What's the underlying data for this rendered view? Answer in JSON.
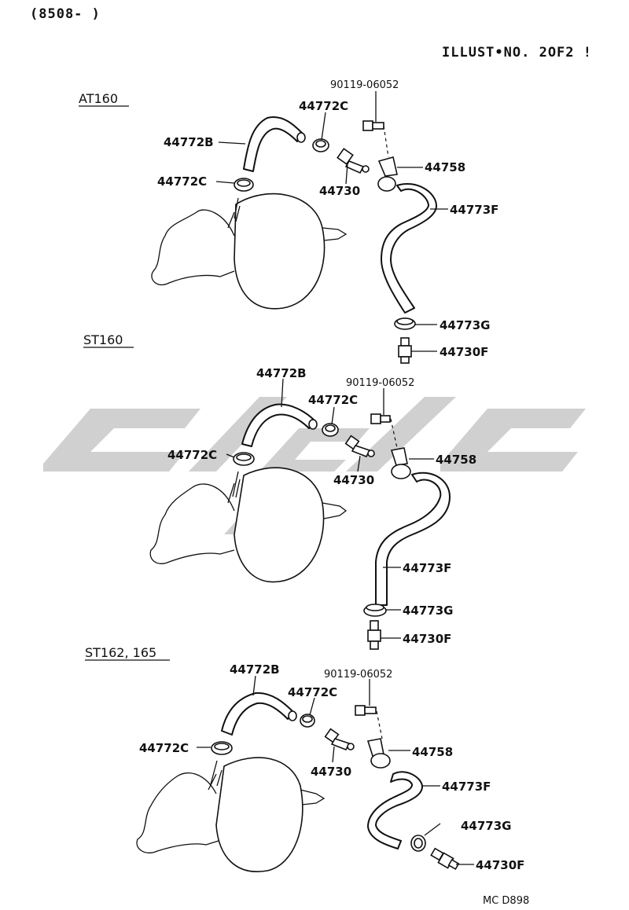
{
  "header": {
    "date_range": "(8508-     )",
    "illust_no": "ILLUST•NO. 2OF2 !"
  },
  "sections": [
    {
      "title": "AT160",
      "labels": {
        "bolt": "90119-06052",
        "clamp_top": "44772C",
        "hose_b": "44772B",
        "bracket": "44758",
        "clamp_left": "44772C",
        "valve": "44730",
        "hose_f": "44773F",
        "clamp_g": "44773G",
        "valve_f": "44730F"
      }
    },
    {
      "title": "ST160",
      "labels": {
        "hose_b": "44772B",
        "bolt": "90119-06052",
        "clamp_top": "44772C",
        "clamp_left": "44772C",
        "bracket": "44758",
        "valve": "44730",
        "hose_f": "44773F",
        "clamp_g": "44773G",
        "valve_f": "44730F"
      }
    },
    {
      "title": "ST162, 165",
      "labels": {
        "hose_b": "44772B",
        "bolt": "90119-06052",
        "clamp_top": "44772C",
        "clamp_left": "44772C",
        "bracket": "44758",
        "valve": "44730",
        "hose_f": "44773F",
        "clamp_g": "44773G",
        "valve_f": "44730F"
      }
    }
  ],
  "footer": {
    "code": "MC D898"
  },
  "colors": {
    "ink": "#111111",
    "watermark": "#c8c8c8",
    "paper": "#ffffff"
  }
}
